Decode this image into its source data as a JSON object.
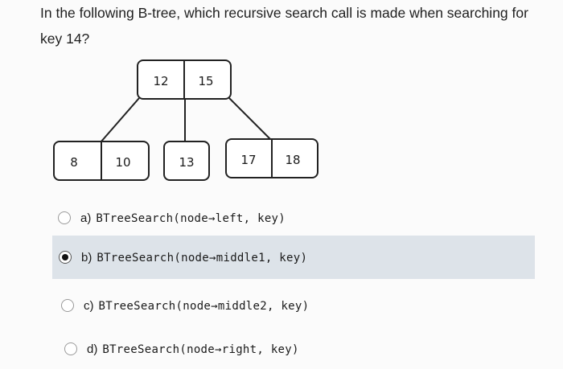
{
  "question": {
    "text": "In the following B-tree, which recursive search call is made when searching for key 14?"
  },
  "tree": {
    "root": [
      "12",
      "15"
    ],
    "left": [
      "8",
      "10"
    ],
    "middle": [
      "13"
    ],
    "right": [
      "17",
      "18"
    ]
  },
  "options": [
    {
      "letter": "a)",
      "code": "BTreeSearch(node→left, key)",
      "selected": false
    },
    {
      "letter": "b)",
      "code": "BTreeSearch(node→middle1, key)",
      "selected": true
    },
    {
      "letter": "c)",
      "code": "BTreeSearch(node→middle2, key)",
      "selected": false
    },
    {
      "letter": "d)",
      "code": "BTreeSearch(node→right, key)",
      "selected": false
    }
  ],
  "colors": {
    "selected_background": "#dde3e9",
    "node_border": "#222222"
  }
}
